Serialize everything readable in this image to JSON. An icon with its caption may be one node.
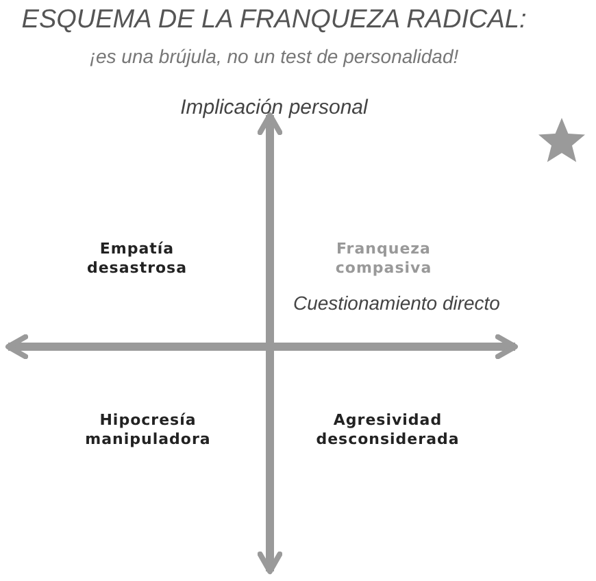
{
  "diagram": {
    "title": "ESQUEMA DE LA FRANQUEZA RADICAL:",
    "labels": [
      "¡es una brújula, no un test de personalidad!",
      "Implicación personal",
      "Empatía desastrosa",
      "Franqueza compasiva",
      "Cuestionamiento directo",
      "Hipocresía manipuladora",
      "Agresividad desconsiderada"
    ]
  }
}
